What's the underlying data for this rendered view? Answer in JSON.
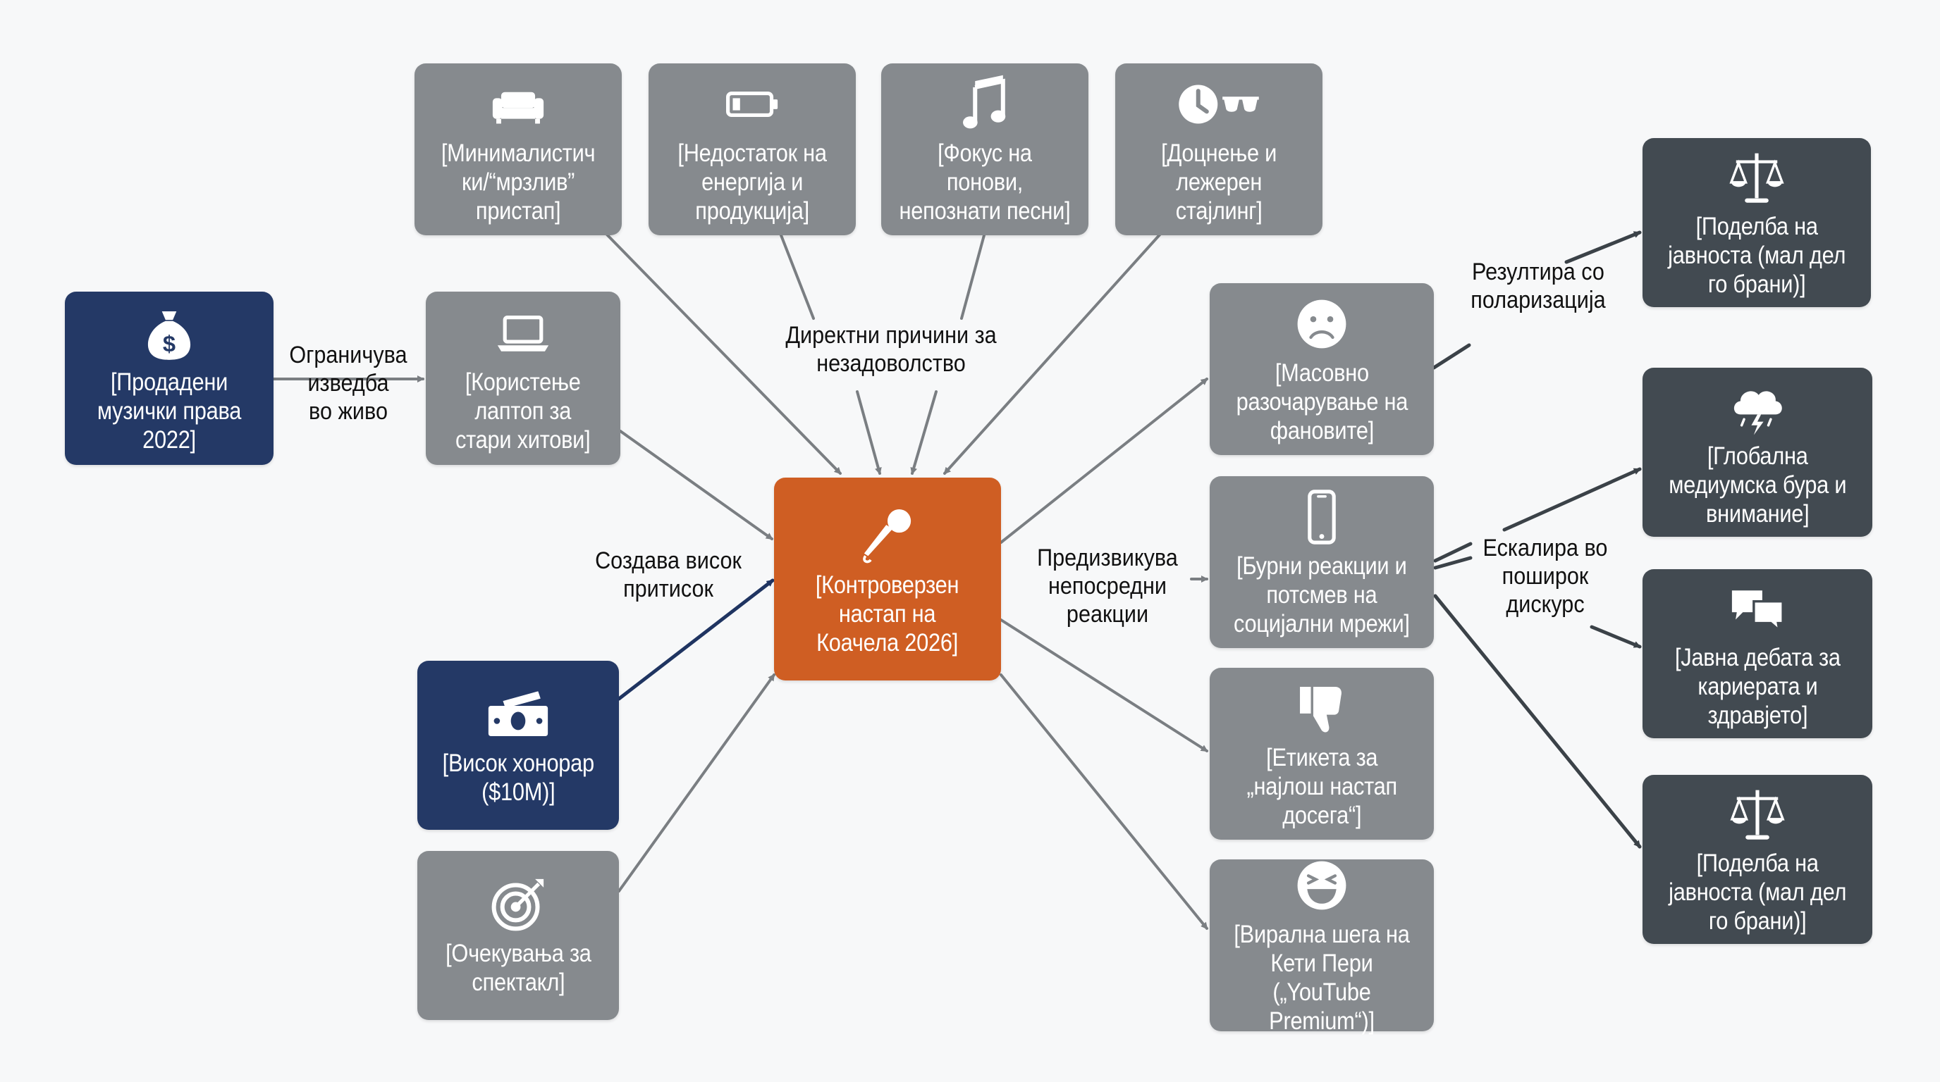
{
  "colors": {
    "gray_node": "#868a8e",
    "navy_node": "#243966",
    "dark_node": "#424a51",
    "center_node": "#cf5e23",
    "arrow_gray": "#7a7e82",
    "arrow_navy": "#1f3461",
    "arrow_dark": "#3b4248"
  },
  "nodes": {
    "rights_sold": {
      "label": "[Продадени\nмузички права\n2022]",
      "icon": "money-bag-icon"
    },
    "laptop": {
      "label": "[Користење\nлаптоп за\nстари хитови]",
      "icon": "laptop-icon"
    },
    "minimal": {
      "label": "[Минималистич\nки/“мрзлив”\nпристап]",
      "icon": "sofa-icon"
    },
    "energy": {
      "label": "[Недостаток на\nенергија и\nпродукција]",
      "icon": "low-battery-icon"
    },
    "focus": {
      "label": "[Фокус на\nпонови,\nнепознати песни]",
      "icon": "music-note-icon"
    },
    "late": {
      "label": "[Доцнење и\nлежерен\nстајлинг]",
      "icon": "clock-sunglasses-icon"
    },
    "fee": {
      "label": "[Висок хонорар\n($10M)]",
      "icon": "cash-icon"
    },
    "expectations": {
      "label": "[Очекувања за\nспектакл]",
      "icon": "target-icon"
    },
    "center": {
      "label": "[Контроверзен\nнастап на\nКоачела 2026]",
      "icon": "microphone-icon"
    },
    "disappointment": {
      "label": "[Масовно\nразочарување на\nфановите]",
      "icon": "sad-face-icon"
    },
    "social": {
      "label": "[Бурни реакции и\nпотсмев на\nсоцијални мрежи]",
      "icon": "smartphone-icon"
    },
    "worst": {
      "label": "[Етикета за\n„најлош настап\nдосега“]",
      "icon": "thumbs-down-icon"
    },
    "viral": {
      "label": "[Вирална шега на\nКети Пери („YouTube\nPremium“)]",
      "icon": "laughing-face-icon"
    },
    "division1": {
      "label": "[Поделба на\nјавноста (мал дел\nго брани)]",
      "icon": "scales-icon"
    },
    "storm": {
      "label": "[Глобална\nмедиумска бура и\nвнимание]",
      "icon": "storm-cloud-icon"
    },
    "debate": {
      "label": "[Јавна дебата за\nкариерата и\nздравјето]",
      "icon": "chat-bubbles-icon"
    },
    "division2": {
      "label": "[Поделба на\nјавноста (мал дел\nго брани)]",
      "icon": "scales-icon"
    }
  },
  "edge_labels": {
    "limits_live": "Ограничува\nизведба\nво живо",
    "direct_causes": "Директни причини за\nнезадоволство",
    "creates_pressure": "Создава висок\nпритисок",
    "provokes": "Предизвикува\nнепосредни\nреакции",
    "polarization": "Резултира со\nполаризација",
    "escalates": "Ескалира во\nпоширок\nдискурс"
  }
}
